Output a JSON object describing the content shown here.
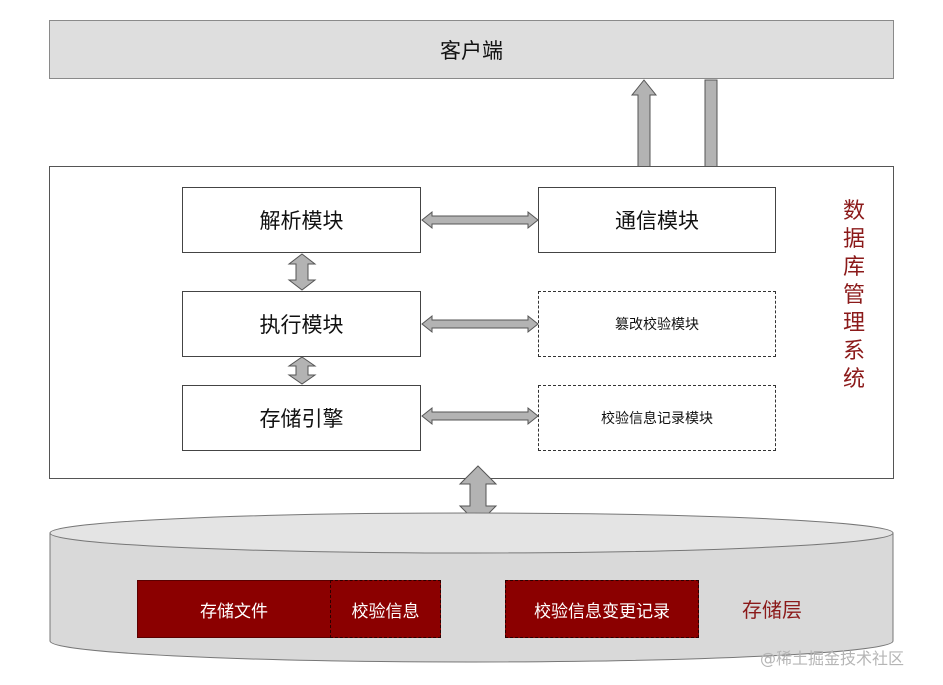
{
  "client": {
    "label": "客户端"
  },
  "dbms": {
    "label": "数据库管理系统",
    "modules": {
      "parse": "解析模块",
      "communication": "通信模块",
      "execution": "执行模块",
      "tamper_check": "篡改校验模块",
      "storage_engine": "存储引擎",
      "check_record": "校验信息记录模块"
    }
  },
  "storage": {
    "label": "存储层",
    "file": "存储文件",
    "check_info": "校验信息",
    "change_record": "校验信息变更记录"
  },
  "watermark": "@稀土掘金技术社区",
  "colors": {
    "accent_red": "#8b0000",
    "label_red": "#8b1a1a",
    "arrow_fill": "#b3b3b3",
    "client_bg": "#dedede",
    "storage_bg": "#d9d9d9"
  }
}
